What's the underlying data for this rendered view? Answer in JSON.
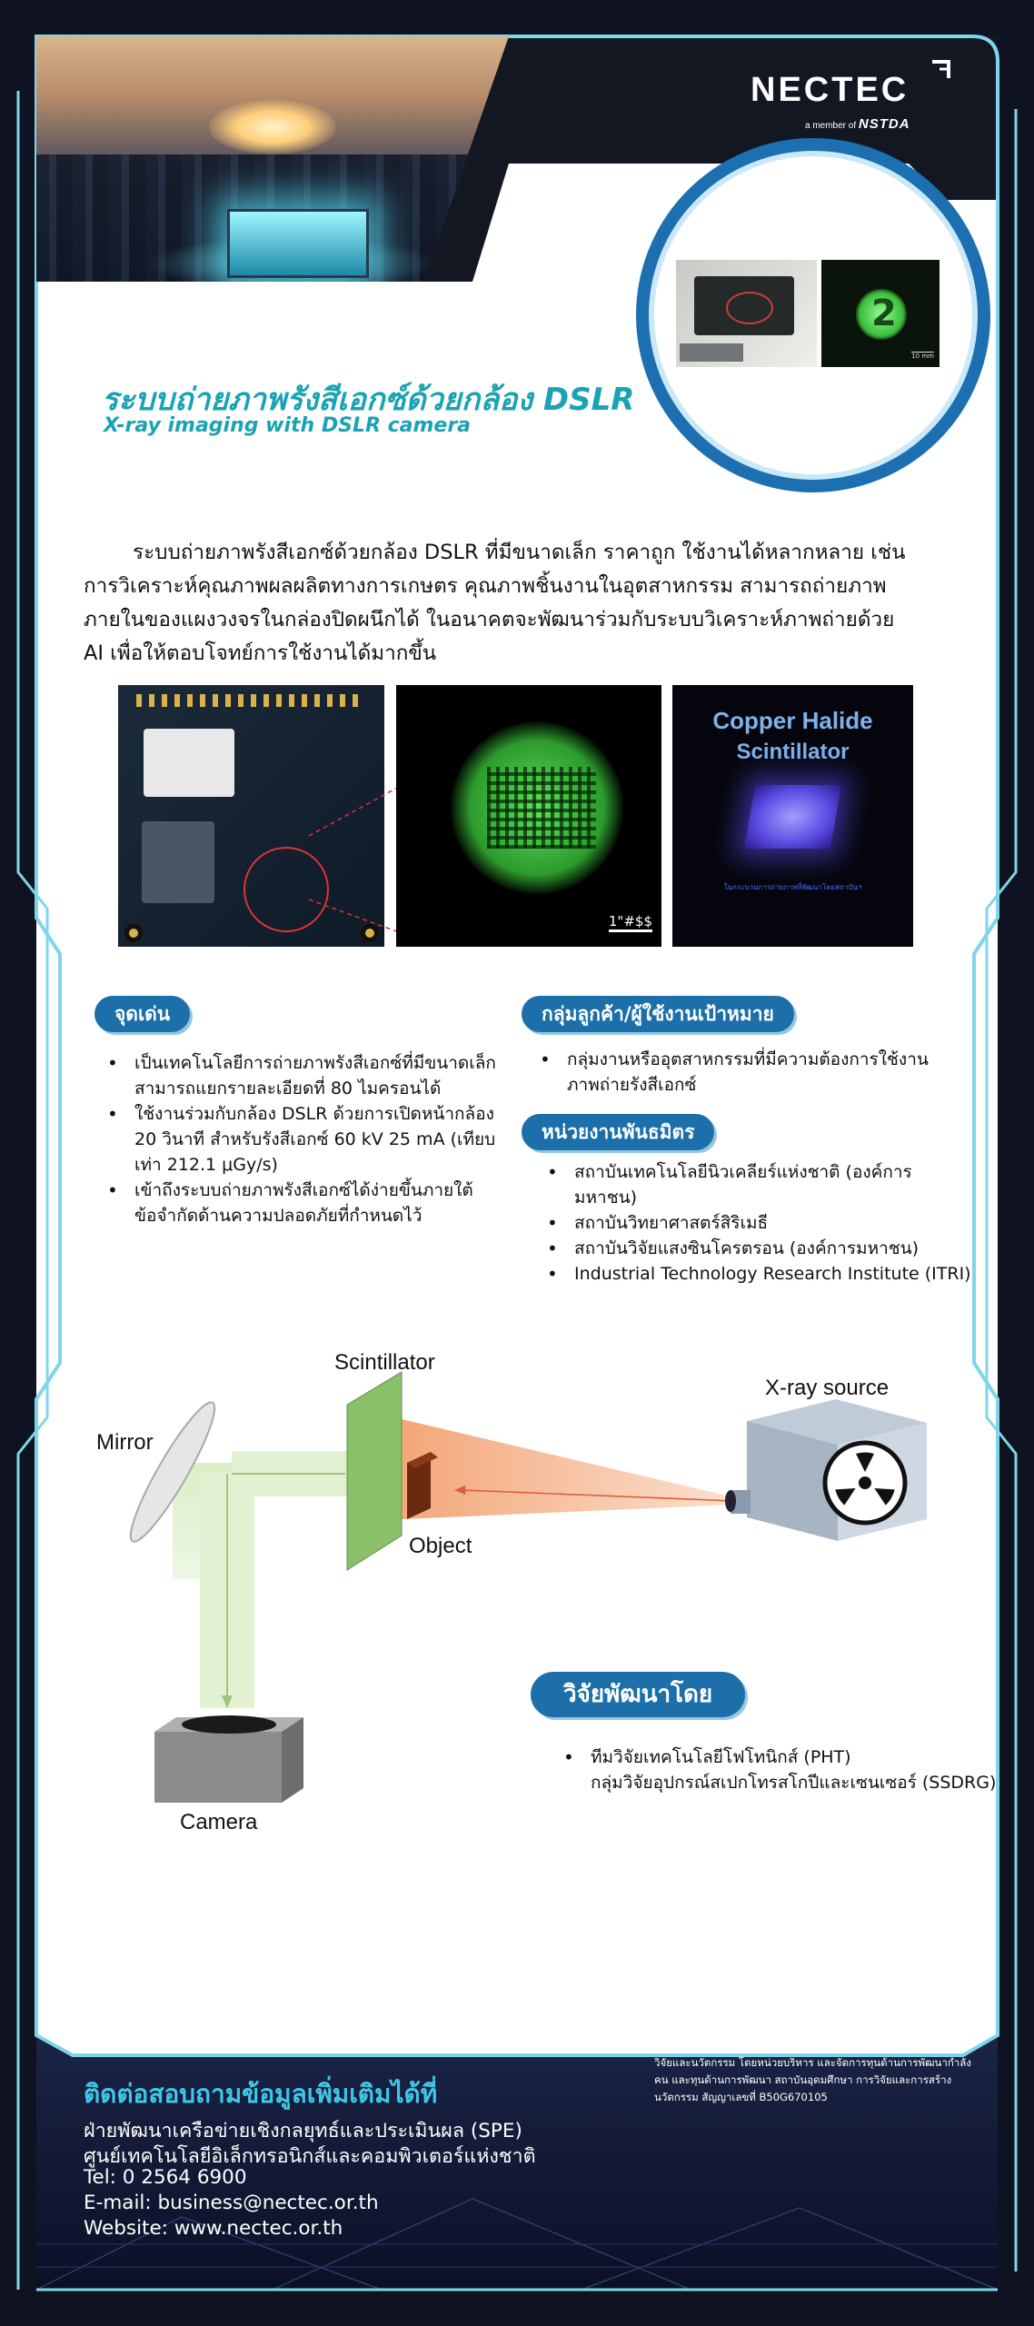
{
  "brand": {
    "name": "NECTEC",
    "tagline": "a member of",
    "parent": "NSTDA"
  },
  "title": {
    "thai": "ระบบถ่ายภาพรังสีเอกซ์ด้วยกล้อง DSLR",
    "english": "X-ray imaging with DSLR camera"
  },
  "description": "ระบบถ่ายภาพรังสีเอกซ์ด้วยกล้อง DSLR ที่มีขนาดเล็ก ราคาถูก ใช้งานได้หลากหลาย เช่น การวิเคราะห์คุณภาพผลผลิตทางการเกษตร คุณภาพชิ้นงานในอุตสาหกรรม สามารถถ่ายภาพภายในของแผงวงจรในกล่องปิดผนึกได้ ในอนาคตจะพัฒนาร่วมกับระบบวิเคราะห์ภาพถ่ายด้วย AI เพื่อให้ตอบโจทย์การใช้งานได้มากขึ้น",
  "circle_photo": {
    "scale_label": "10 mm",
    "sample_digit": "2"
  },
  "images": {
    "scale_label": "1\"#$$",
    "scintillator_title_1": "Copper Halide",
    "scintillator_title_2": "Scintillator",
    "scintillator_caption": "ในกระบวนการถ่ายภาพที่พัฒนาโดยสถาบันฯ"
  },
  "highlights": {
    "heading": "จุดเด่น",
    "items": [
      "เป็นเทคโนโลยีการถ่ายภาพรังสีเอกซ์ที่มีขนาดเล็ก สามารถแยกรายละเอียดที่ 80 ไมครอนได้",
      "ใช้งานร่วมกับกล้อง DSLR ด้วยการเปิดหน้ากล้อง 20 วินาที สำหรับรังสีเอกซ์ 60 kV 25 mA (เทียบเท่า 212.1 μGy/s)",
      "เข้าถึงระบบถ่ายภาพรังสีเอกซ์ได้ง่ายขึ้นภายใต้ ข้อจำกัดด้านความปลอดภัยที่กำหนดไว้"
    ]
  },
  "target": {
    "heading": "กลุ่มลูกค้า/ผู้ใช้งานเป้าหมาย",
    "items": [
      "กลุ่มงานหรืออุตสาหกรรมที่มีความต้องการใช้งาน ภาพถ่ายรังสีเอกซ์"
    ]
  },
  "partners": {
    "heading": "หน่วยงานพันธมิตร",
    "items": [
      "สถาบันเทคโนโลยีนิวเคลียร์แห่งชาติ (องค์การมหาชน)",
      "สถาบันวิทยาศาสตร์สิริเมธี",
      "สถาบันวิจัยแสงซินโครตรอน (องค์การมหาชน)",
      "Industrial Technology Research Institute (ITRI)"
    ]
  },
  "diagram": {
    "scintillator": "Scintillator",
    "xray_source": "X-ray source",
    "mirror": "Mirror",
    "object": "Object",
    "camera": "Camera"
  },
  "developed_by": {
    "heading": "วิจัยพัฒนาโดย",
    "line1": "ทีมวิจัยเทคโนโลยีโฟโทนิกส์ (PHT)",
    "line2": "กลุ่มวิจัยอุปกรณ์สเปกโทรสโกปีและเซนเซอร์ (SSDRG)"
  },
  "contact": {
    "heading": "ติดต่อสอบถามข้อมูลเพิ่มเติมได้ที่",
    "lines": [
      "ฝ่ายพัฒนาเครือข่ายเชิงกลยุทธ์และประเมินผล (SPE)",
      "ศูนย์เทคโนโลยีอิเล็กทรอนิกส์และคอมพิวเตอร์แห่งชาติ",
      "Tel: 0 2564 6900",
      "E-mail: business@nectec.or.th",
      "Website: www.nectec.or.th"
    ]
  },
  "funding": "ผลงานวิจัยนี้ได้รับงบประมาณสนับสนุนจาก กองทุนส่งเสริมวิทยาศาสตร์ วิจัยและนวัตกรรม โดยหน่วยบริหาร และจัดการทุนด้านการพัฒนากำลังคน และทุนด้านการพัฒนา สถาบันอุดมศึกษา การวิจัยและการสร้างนวัตกรรม สัญญาเลขที่ B50G670105",
  "colors": {
    "accent": "#1aa3b4",
    "pill": "#1c6fa8",
    "footer_heading": "#3fc6e8",
    "frame": "#7fd6ea"
  }
}
